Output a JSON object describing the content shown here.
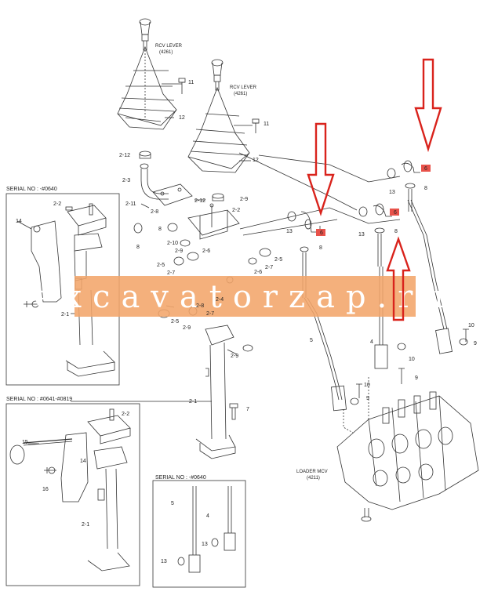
{
  "watermark": "excavatorzap.ru",
  "texts": {
    "lever1_title": "RCV LEVER",
    "lever1_code": "(4261)",
    "lever2_title": "RCV LEVER",
    "lever2_code": "(4261)",
    "serial_box1": "SERIAL NO : -#0640",
    "serial_box2": "SERIAL NO : #0641-#0819",
    "serial_box3": "SERIAL NO : -#0640",
    "loader_title": "LOADER MCV",
    "loader_code": "(4211)"
  },
  "callouts": {
    "c_11a": "11",
    "c_12a": "12",
    "c_212a": "2-12",
    "c_23": "2-3",
    "c_11b": "11",
    "c_12b": "12",
    "c_212b": "2-12",
    "c_211": "2-11",
    "c_28a": "2-8",
    "c_29a": "2-9",
    "c_22a": "2-2",
    "c_8a": "8",
    "c_8b": "8",
    "c_210": "2-10",
    "c_29b": "2-9",
    "c_26a": "2-6",
    "c_25a": "2-5",
    "c_27a": "2-7",
    "c_25b": "2-5",
    "c_27b": "2-7",
    "c_26b": "2-6",
    "c_24": "2-4",
    "c_25c": "2-5",
    "c_29c": "2-9",
    "c_28b": "2-8",
    "c_27c": "2-7",
    "c_29d": "2-9",
    "c_21a": "2-1",
    "c_7": "7",
    "c_13a": "13",
    "c_6a": "6",
    "c_8c": "8",
    "c_13b": "13",
    "c_6b": "6",
    "c_8d": "8",
    "c_13c": "13",
    "c_6c": "6",
    "c_8e": "8",
    "c_5": "5",
    "c_4": "4",
    "c_10a": "10",
    "c_9a": "9",
    "c_10b": "10",
    "c_9b": "9",
    "c_10c": "10",
    "c_9c": "9",
    "c_22b": "2-2",
    "c_14a": "14",
    "c_21b": "2-1",
    "c_22c": "2-2",
    "c_15": "15",
    "c_14b": "14",
    "c_16": "16",
    "c_21c": "2-1",
    "c_5b": "5",
    "c_4b": "4",
    "c_13d": "13",
    "c_13e": "13"
  },
  "colors": {
    "line": "#333333",
    "watermark_band": "#f2a56a",
    "watermark_text": "#ffffff",
    "arrow_red": "#d9231c",
    "badge_fill": "#e8524a"
  },
  "icons": [
    "arrow-down-icon",
    "arrow-up-icon"
  ]
}
